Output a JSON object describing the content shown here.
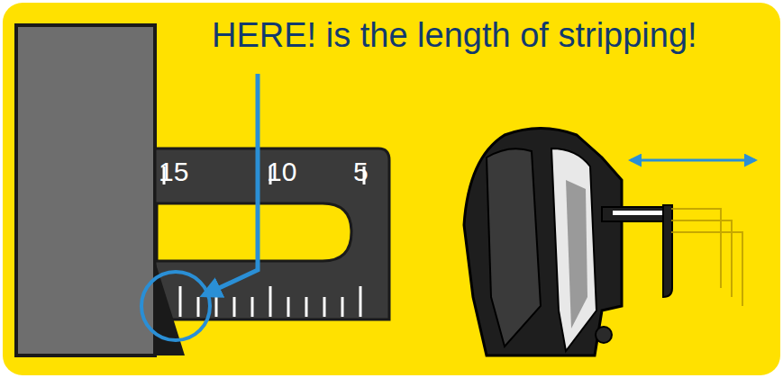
{
  "diagram": {
    "title": "HERE! is the length of stripping!",
    "labels": [
      "15",
      "10",
      "5"
    ]
  }
}
